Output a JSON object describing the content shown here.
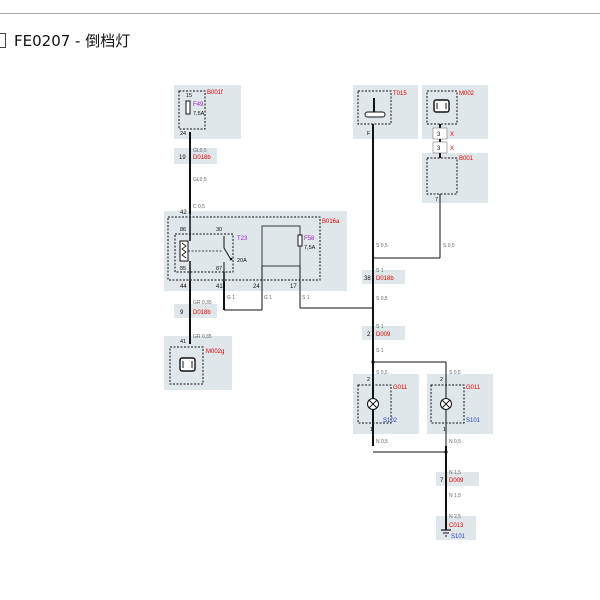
{
  "header": {
    "title": "FE0207 - 倒档灯"
  },
  "colors": {
    "component_bg": "#e0e7ea",
    "component_id": "#e00000",
    "fuse_id": "#a020c0",
    "ground_id": "#2040c0",
    "wire": "#111111"
  },
  "components": {
    "b001f": {
      "id": "B001f",
      "pin_top": "15",
      "pin_bottom": "24"
    },
    "f49": {
      "id": "F49",
      "rating": "7,5A"
    },
    "t015": {
      "id": "T015",
      "pin": "F"
    },
    "m002": {
      "id": "M002",
      "pin": "3",
      "mark": "X"
    },
    "b001": {
      "id": "B001",
      "pin_top": "3",
      "mark": "X",
      "pin_bottom": "7"
    },
    "b016a": {
      "id": "B016a"
    },
    "t23": {
      "id": "T23",
      "pin_86": "86",
      "pin_30": "30",
      "pin_85": "85",
      "pin_87": "87",
      "rating": "20A"
    },
    "f58": {
      "id": "F58",
      "rating": "7,5A"
    },
    "m002g": {
      "id": "M002g",
      "pin": "41"
    },
    "g011_left": {
      "id": "G011",
      "pin_top": "2",
      "pin_bottom": "1",
      "ground_ref": "S102"
    },
    "g011_right": {
      "id": "G011",
      "pin_top": "2",
      "pin_bottom": "1",
      "ground_ref": "S101"
    },
    "c013": {
      "id": "C013",
      "ground_ref": "S101"
    }
  },
  "connectors": {
    "d018b_top": {
      "pin": "19",
      "id": "D018b"
    },
    "d018b_mid": {
      "pin": "38",
      "id": "D018b"
    },
    "d018b_left": {
      "pin": "9",
      "id": "D018b"
    },
    "d009_upper": {
      "pin": "2",
      "id": "D009"
    },
    "d009_lower": {
      "pin": "7",
      "id": "D009"
    }
  },
  "pins": {
    "p42": "42",
    "p44": "44",
    "p41": "41",
    "p24": "24",
    "p17": "17"
  },
  "wire_labels": {
    "gl_top": "GL0,5",
    "gl_mid": "GL0,5",
    "c05": "C 0,5",
    "s05_a": "S 0,5",
    "s05_b": "S 0,5",
    "s1_a": "S 1",
    "s05_c": "S 0,5",
    "gr035": "GR 0,35",
    "gr035_b": "GR 0,35",
    "g1_a": "G 1",
    "g1_b": "G 1",
    "s1_b": "S 1",
    "s1_c": "S 1",
    "s1_d": "S 1",
    "s05_d": "S 0,5",
    "s05_e": "S 0,5",
    "n05_a": "N 0,5",
    "n05_b": "N 0,5",
    "n15_a": "N 1,5",
    "n15_b": "N 1,5",
    "n25": "N 2,5"
  }
}
